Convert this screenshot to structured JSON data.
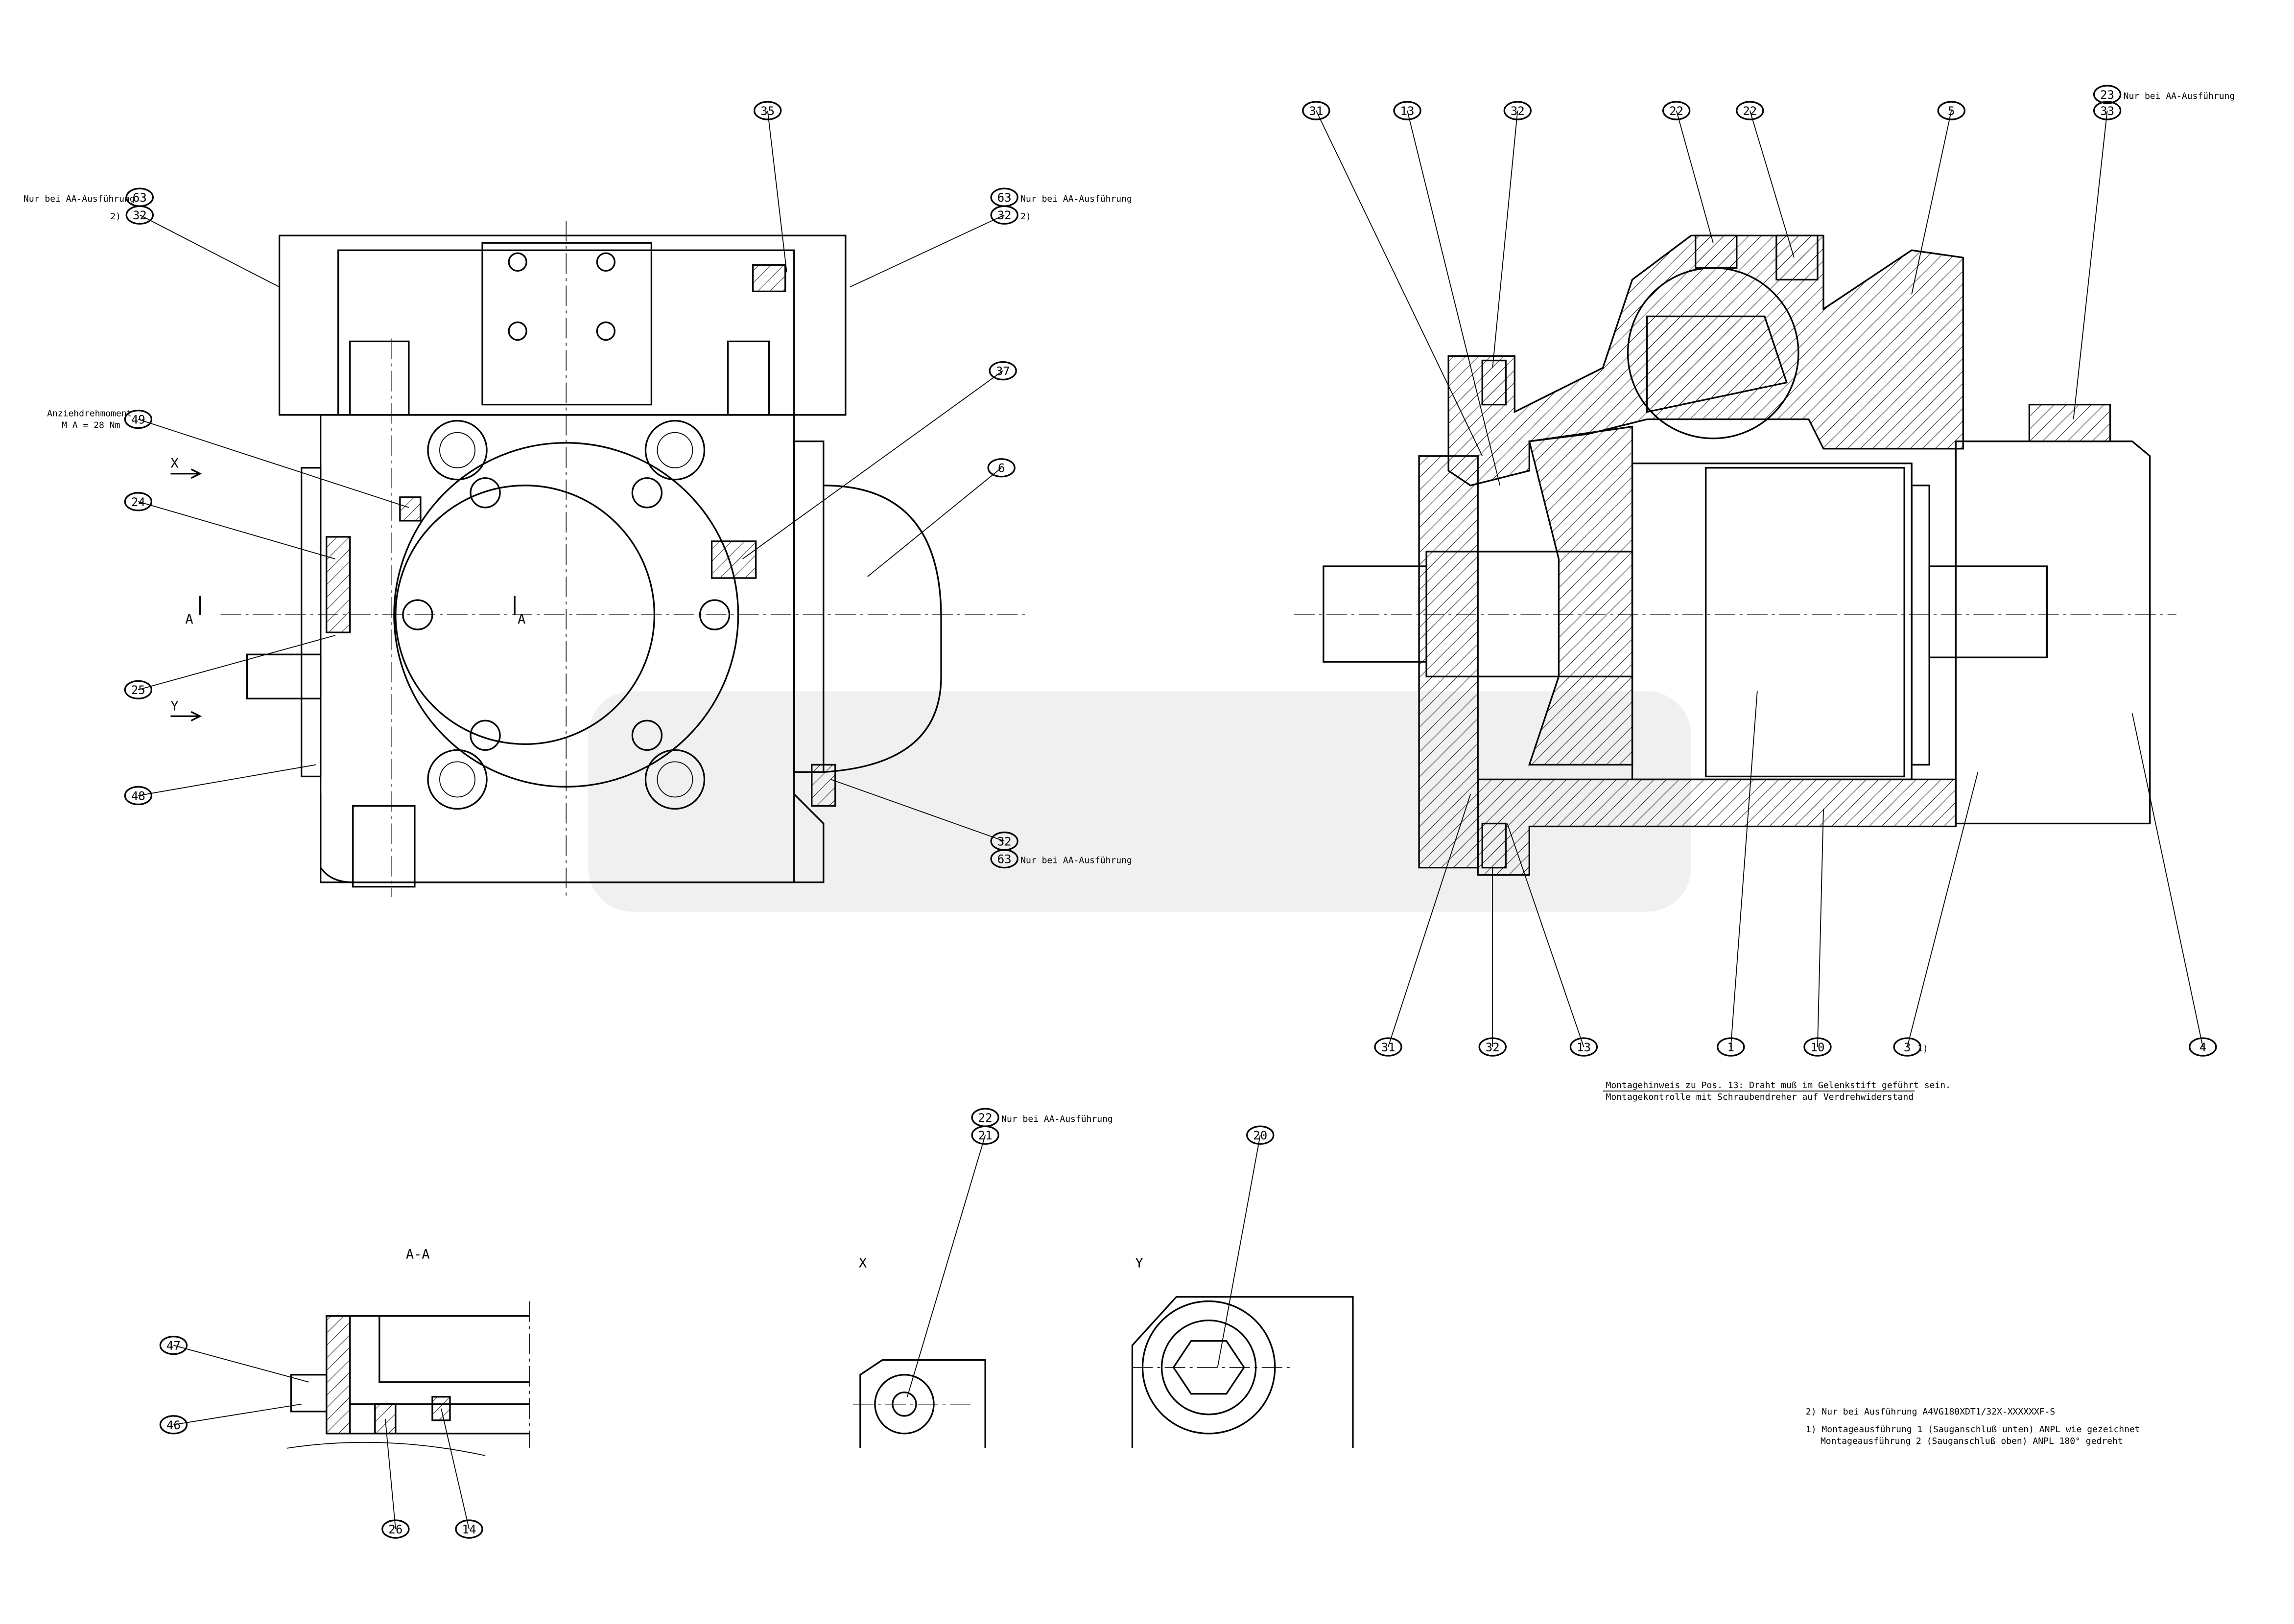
{
  "notes": {
    "aa_only": "Nur bei AA-Ausführung",
    "footnote_2_mark": "2)",
    "footnote_1_mark": "1)",
    "torque_label": "Anziehdrehmoment",
    "torque_value": "M A = 28 Nm",
    "assembly_note_1": "Montagehinweis zu Pos. 13: Draht muß im Gelenkstift geführt sein.",
    "assembly_note_2": "Montagekontrolle mit Schraubendreher auf Verdrehwiderstand",
    "footnote_2": "2)  Nur bei Ausführung A4VG180XDT1/32X-XXXXXXF-S",
    "footnote_1a": "1)  Montageausführung 1 (Sauganschluß unten) ANPL wie gezeichnet",
    "footnote_1b": "Montageausführung 2 (Sauganschluß oben) ANPL 180° gedreht"
  },
  "view_labels": {
    "section_aa": "A-A",
    "view_x": "X",
    "view_y": "Y",
    "arrow_x": "X",
    "arrow_y": "Y",
    "cut_a_left": "A",
    "cut_a_right": "A"
  },
  "balloons": [
    "35",
    "63",
    "32",
    "63",
    "32",
    "49",
    "37",
    "6",
    "24",
    "25",
    "48",
    "32",
    "63",
    "31",
    "13",
    "32",
    "22",
    "22",
    "5",
    "23",
    "33",
    "31",
    "32",
    "13",
    "1",
    "10",
    "3",
    "4",
    "22",
    "21",
    "20",
    "47",
    "46",
    "26",
    "14"
  ]
}
